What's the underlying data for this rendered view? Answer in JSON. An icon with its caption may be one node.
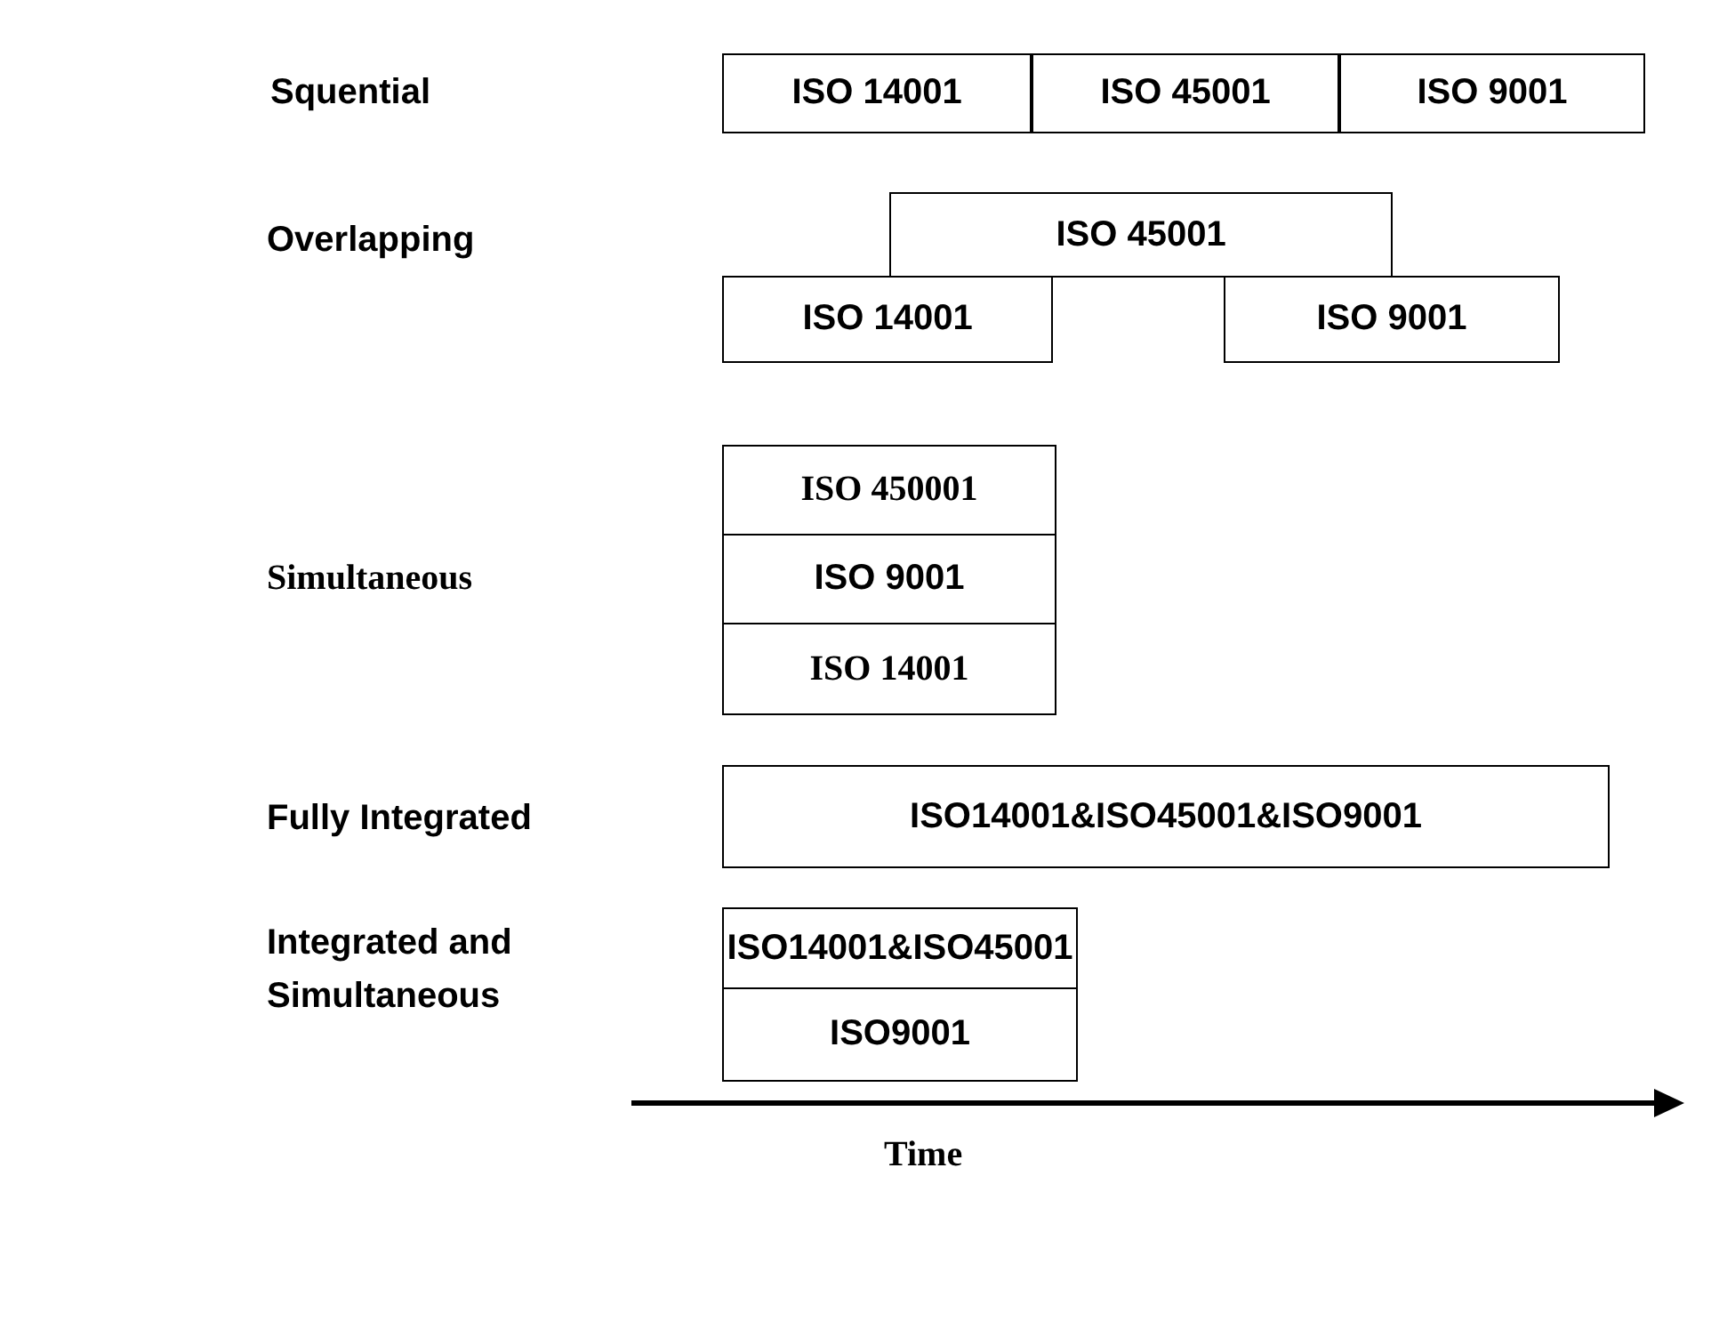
{
  "diagram": {
    "nodes": [
      {
        "text": [
          "ISO 14001"
        ]
      },
      {
        "text": [
          "ISO 45001"
        ]
      },
      {
        "text": [
          "ISO 9001"
        ]
      },
      {
        "text": [
          "ISO 45001"
        ]
      },
      {
        "text": [
          "ISO 14001"
        ]
      },
      {
        "text": [
          "ISO 9001"
        ]
      },
      {
        "text": [
          "ISO 450001"
        ]
      },
      {
        "text": [
          "ISO 9001"
        ]
      },
      {
        "text": [
          "ISO 14001"
        ]
      },
      {
        "text": [
          "ISO14001&ISO45001&ISO9001"
        ]
      },
      {
        "text": [
          "ISO14001&ISO45001"
        ]
      },
      {
        "text": [
          "ISO9001"
        ]
      }
    ],
    "edges": [],
    "labels": [
      "Squential",
      "Overlapping",
      "Simultaneous",
      "Fully Integrated",
      "Integrated and Simultaneous",
      "Time"
    ]
  }
}
